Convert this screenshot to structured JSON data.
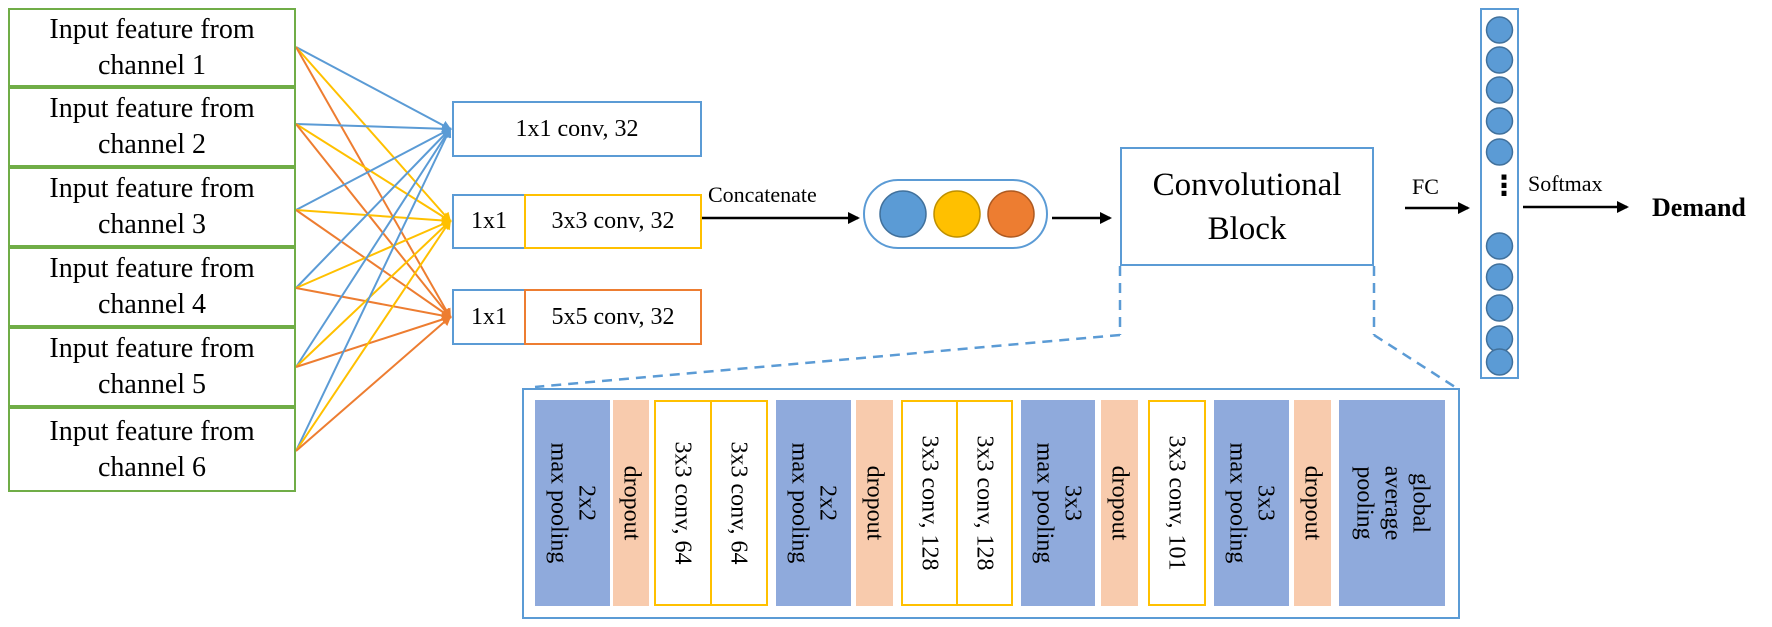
{
  "colors": {
    "green": "#70ad47",
    "blue": "#5b9bd5",
    "yellow": "#ffc000",
    "orange": "#ed7d31",
    "pooling": "#8faadc",
    "dropout": "#f8cbad"
  },
  "inputs": [
    {
      "line1": "Input feature from",
      "line2": "channel 1"
    },
    {
      "line1": "Input feature from",
      "line2": "channel 2"
    },
    {
      "line1": "Input feature from",
      "line2": "channel 3"
    },
    {
      "line1": "Input feature from",
      "line2": "channel 4"
    },
    {
      "line1": "Input feature from",
      "line2": "channel 5"
    },
    {
      "line1": "Input feature from",
      "line2": "channel 6"
    }
  ],
  "branches": {
    "conv1": "1x1 conv, 32",
    "conv3_pre": "1x1",
    "conv3": "3x3 conv, 32",
    "conv5_pre": "1x1",
    "conv5": "5x5 conv, 32"
  },
  "labels": {
    "concatenate": "Concatenate",
    "conv_block_line1": "Convolutional",
    "conv_block_line2": "Block",
    "fc": "FC",
    "softmax": "Softmax",
    "demand": "Demand",
    "dots": "⋮"
  },
  "block_layers": [
    {
      "kind": "pooling",
      "line1": "2x2",
      "line2": "max pooling"
    },
    {
      "kind": "dropout",
      "line1": "dropout",
      "line2": ""
    },
    {
      "kind": "conv",
      "line1": "3x3 conv, 64",
      "line2": ""
    },
    {
      "kind": "conv",
      "line1": "3x3 conv, 64",
      "line2": ""
    },
    {
      "kind": "pooling",
      "line1": "2x2",
      "line2": "max pooling"
    },
    {
      "kind": "dropout",
      "line1": "dropout",
      "line2": ""
    },
    {
      "kind": "conv",
      "line1": "3x3 conv, 128",
      "line2": ""
    },
    {
      "kind": "conv",
      "line1": "3x3 conv, 128",
      "line2": ""
    },
    {
      "kind": "pooling",
      "line1": "3x3",
      "line2": "max pooling"
    },
    {
      "kind": "dropout",
      "line1": "dropout",
      "line2": ""
    },
    {
      "kind": "conv",
      "line1": "3x3 conv, 101",
      "line2": ""
    },
    {
      "kind": "pooling",
      "line1": "3x3",
      "line2": "max pooling"
    },
    {
      "kind": "dropout",
      "line1": "dropout",
      "line2": ""
    },
    {
      "kind": "global",
      "line1": "global",
      "line2": "average",
      "line3": "pooling"
    }
  ]
}
